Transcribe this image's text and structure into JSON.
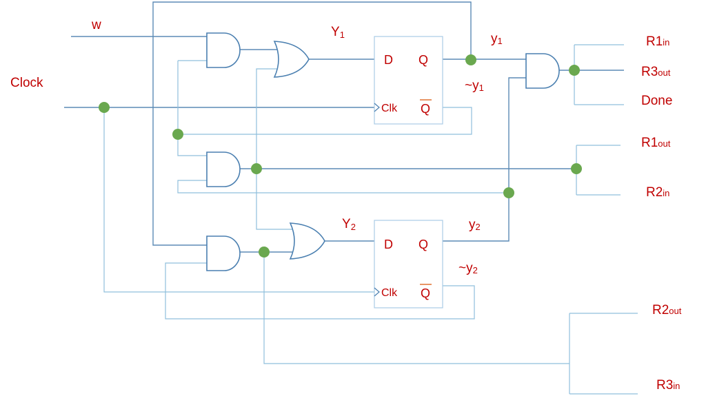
{
  "inputs": {
    "w": "w",
    "clock": "Clock"
  },
  "next_state": {
    "Y1": {
      "main": "Y",
      "sub": "1"
    },
    "Y2": {
      "main": "Y",
      "sub": "2"
    }
  },
  "flipflops": {
    "ff1": {
      "d": "D",
      "q": "Q",
      "clk": "Clk",
      "qbar": "Q"
    },
    "ff2": {
      "d": "D",
      "q": "Q",
      "clk": "Clk",
      "qbar": "Q"
    }
  },
  "state_outputs": {
    "y1": {
      "main": "y",
      "sub": "1"
    },
    "ny1": {
      "main": "~y",
      "sub": "1"
    },
    "y2": {
      "main": "y",
      "sub": "2"
    },
    "ny2": {
      "main": "~y",
      "sub": "2"
    }
  },
  "signals": {
    "r1in": {
      "main": "R1",
      "sub": "in"
    },
    "r3out": {
      "main": "R3",
      "sub": "out"
    },
    "done": {
      "main": "Done",
      "sub": ""
    },
    "r1out": {
      "main": "R1",
      "sub": "out"
    },
    "r2in": {
      "main": "R2",
      "sub": "in"
    },
    "r2out": {
      "main": "R2",
      "sub": "out"
    },
    "r3in": {
      "main": "R3",
      "sub": "in"
    }
  },
  "colors": {
    "label": "#c00000",
    "wire": "#5b8ab5",
    "wire_light": "#8fbfdc",
    "junction": "#6aa84f",
    "qbar_overline": "#e07030"
  }
}
